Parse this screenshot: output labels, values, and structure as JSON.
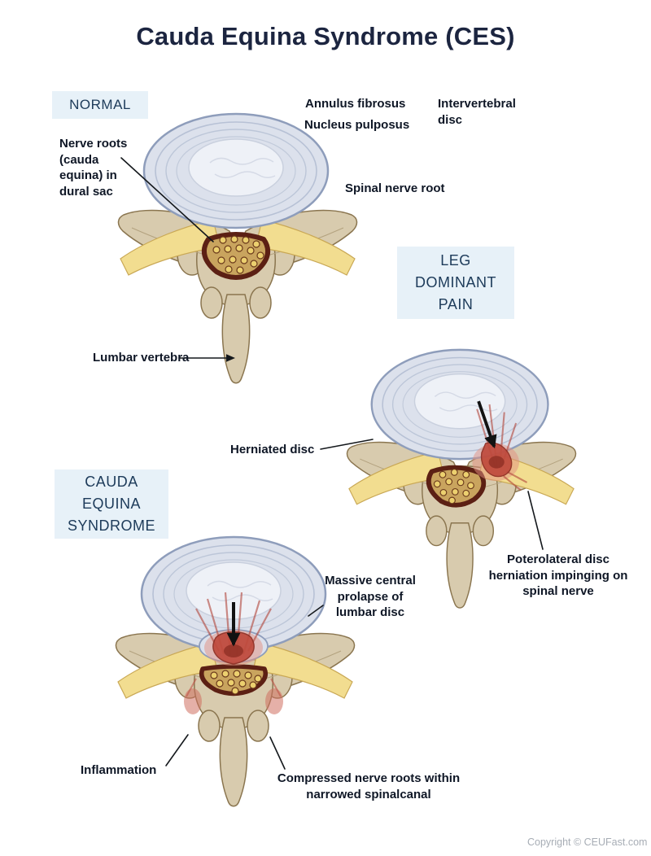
{
  "title": "Cauda Equina Syndrome (CES)",
  "colors": {
    "badge_bg": "#e7f1f8",
    "badge_text": "#1d3b5a",
    "label_text": "#0f1726",
    "bone": "#d8cbae",
    "disc": "#dce1ec",
    "nucleus": "#eef1f7",
    "nerve_yellow": "#f2dd90",
    "dural_ring": "#5c2014",
    "inflammation_red": "#bf4a3d"
  },
  "sections": {
    "normal": {
      "badge": "NORMAL",
      "labels": {
        "nerve_roots": "Nerve roots (cauda equina) in dural sac",
        "annulus_fibrosus": "Annulus fibrosus",
        "nucleus_pulposus": "Nucleus pulposus",
        "intervertebral_disc": "Intervertebral disc",
        "spinal_nerve_root": "Spinal nerve root",
        "lumbar_vertebra": "Lumbar vertebra"
      }
    },
    "leg_dominant_pain": {
      "badge": "LEG DOMINANT PAIN",
      "labels": {
        "herniated_disc": "Herniated disc",
        "posterolateral": "Poterolateral disc herniation impinging on spinal nerve"
      }
    },
    "cauda_equina_syndrome": {
      "badge": "CAUDA EQUINA SYNDROME",
      "labels": {
        "massive_prolapse": "Massive central prolapse of lumbar disc",
        "inflammation": "Inflammation",
        "compressed_roots": "Compressed nerve roots within narrowed spinalcanal"
      }
    }
  },
  "footer": {
    "copyright": "Copyright © CEUFast.com"
  }
}
